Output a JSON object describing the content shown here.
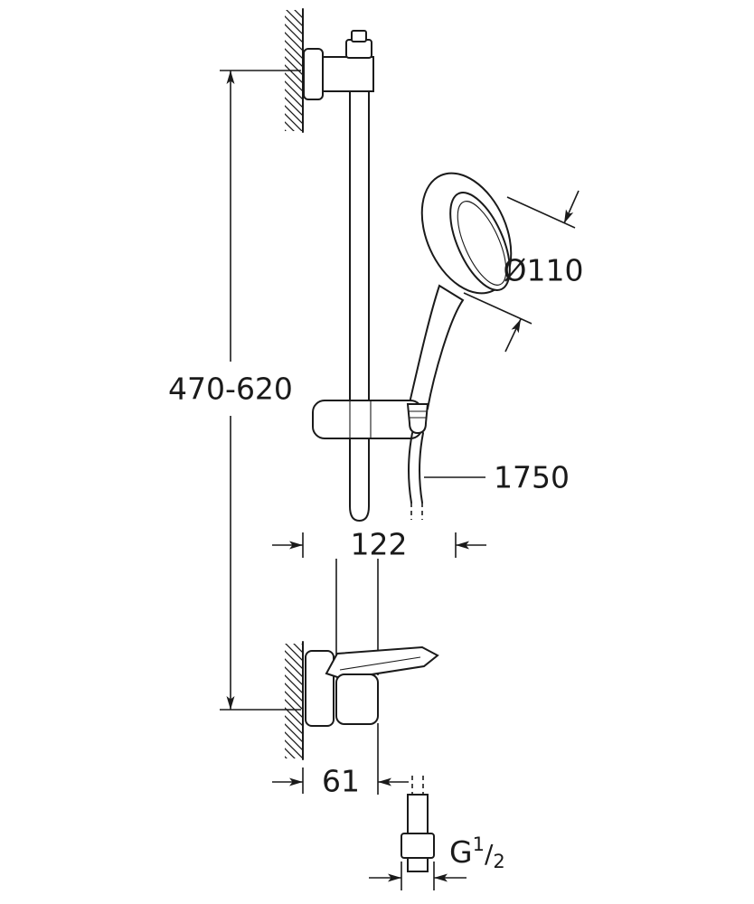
{
  "colors": {
    "line": "#1a1a1a",
    "background": "#ffffff"
  },
  "labels": {
    "rail_height_range": "470-620",
    "head_diameter": "Ø110",
    "hose_length": "1750",
    "wall_offset_upper": "122",
    "wall_offset_lower": "61",
    "thread": {
      "base": "G",
      "sup": "1",
      "slash": "/",
      "sub": "2"
    }
  }
}
